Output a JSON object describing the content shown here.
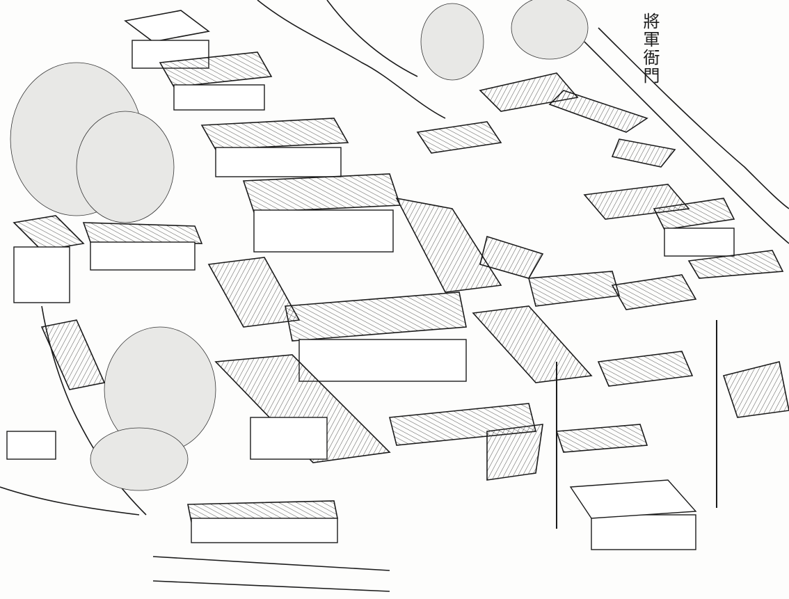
{
  "image": {
    "kind": "ink line drawing",
    "subject": "bird's-eye view of a traditional Chinese walled government compound (yamen) with many tiled-roof halls and courtyards",
    "palette": {
      "ink": "#1b1b1b",
      "paper": "#fdfdfc",
      "foliage": "#e8e8e6"
    }
  },
  "labels": {
    "title_vertical": "將軍衙門"
  }
}
